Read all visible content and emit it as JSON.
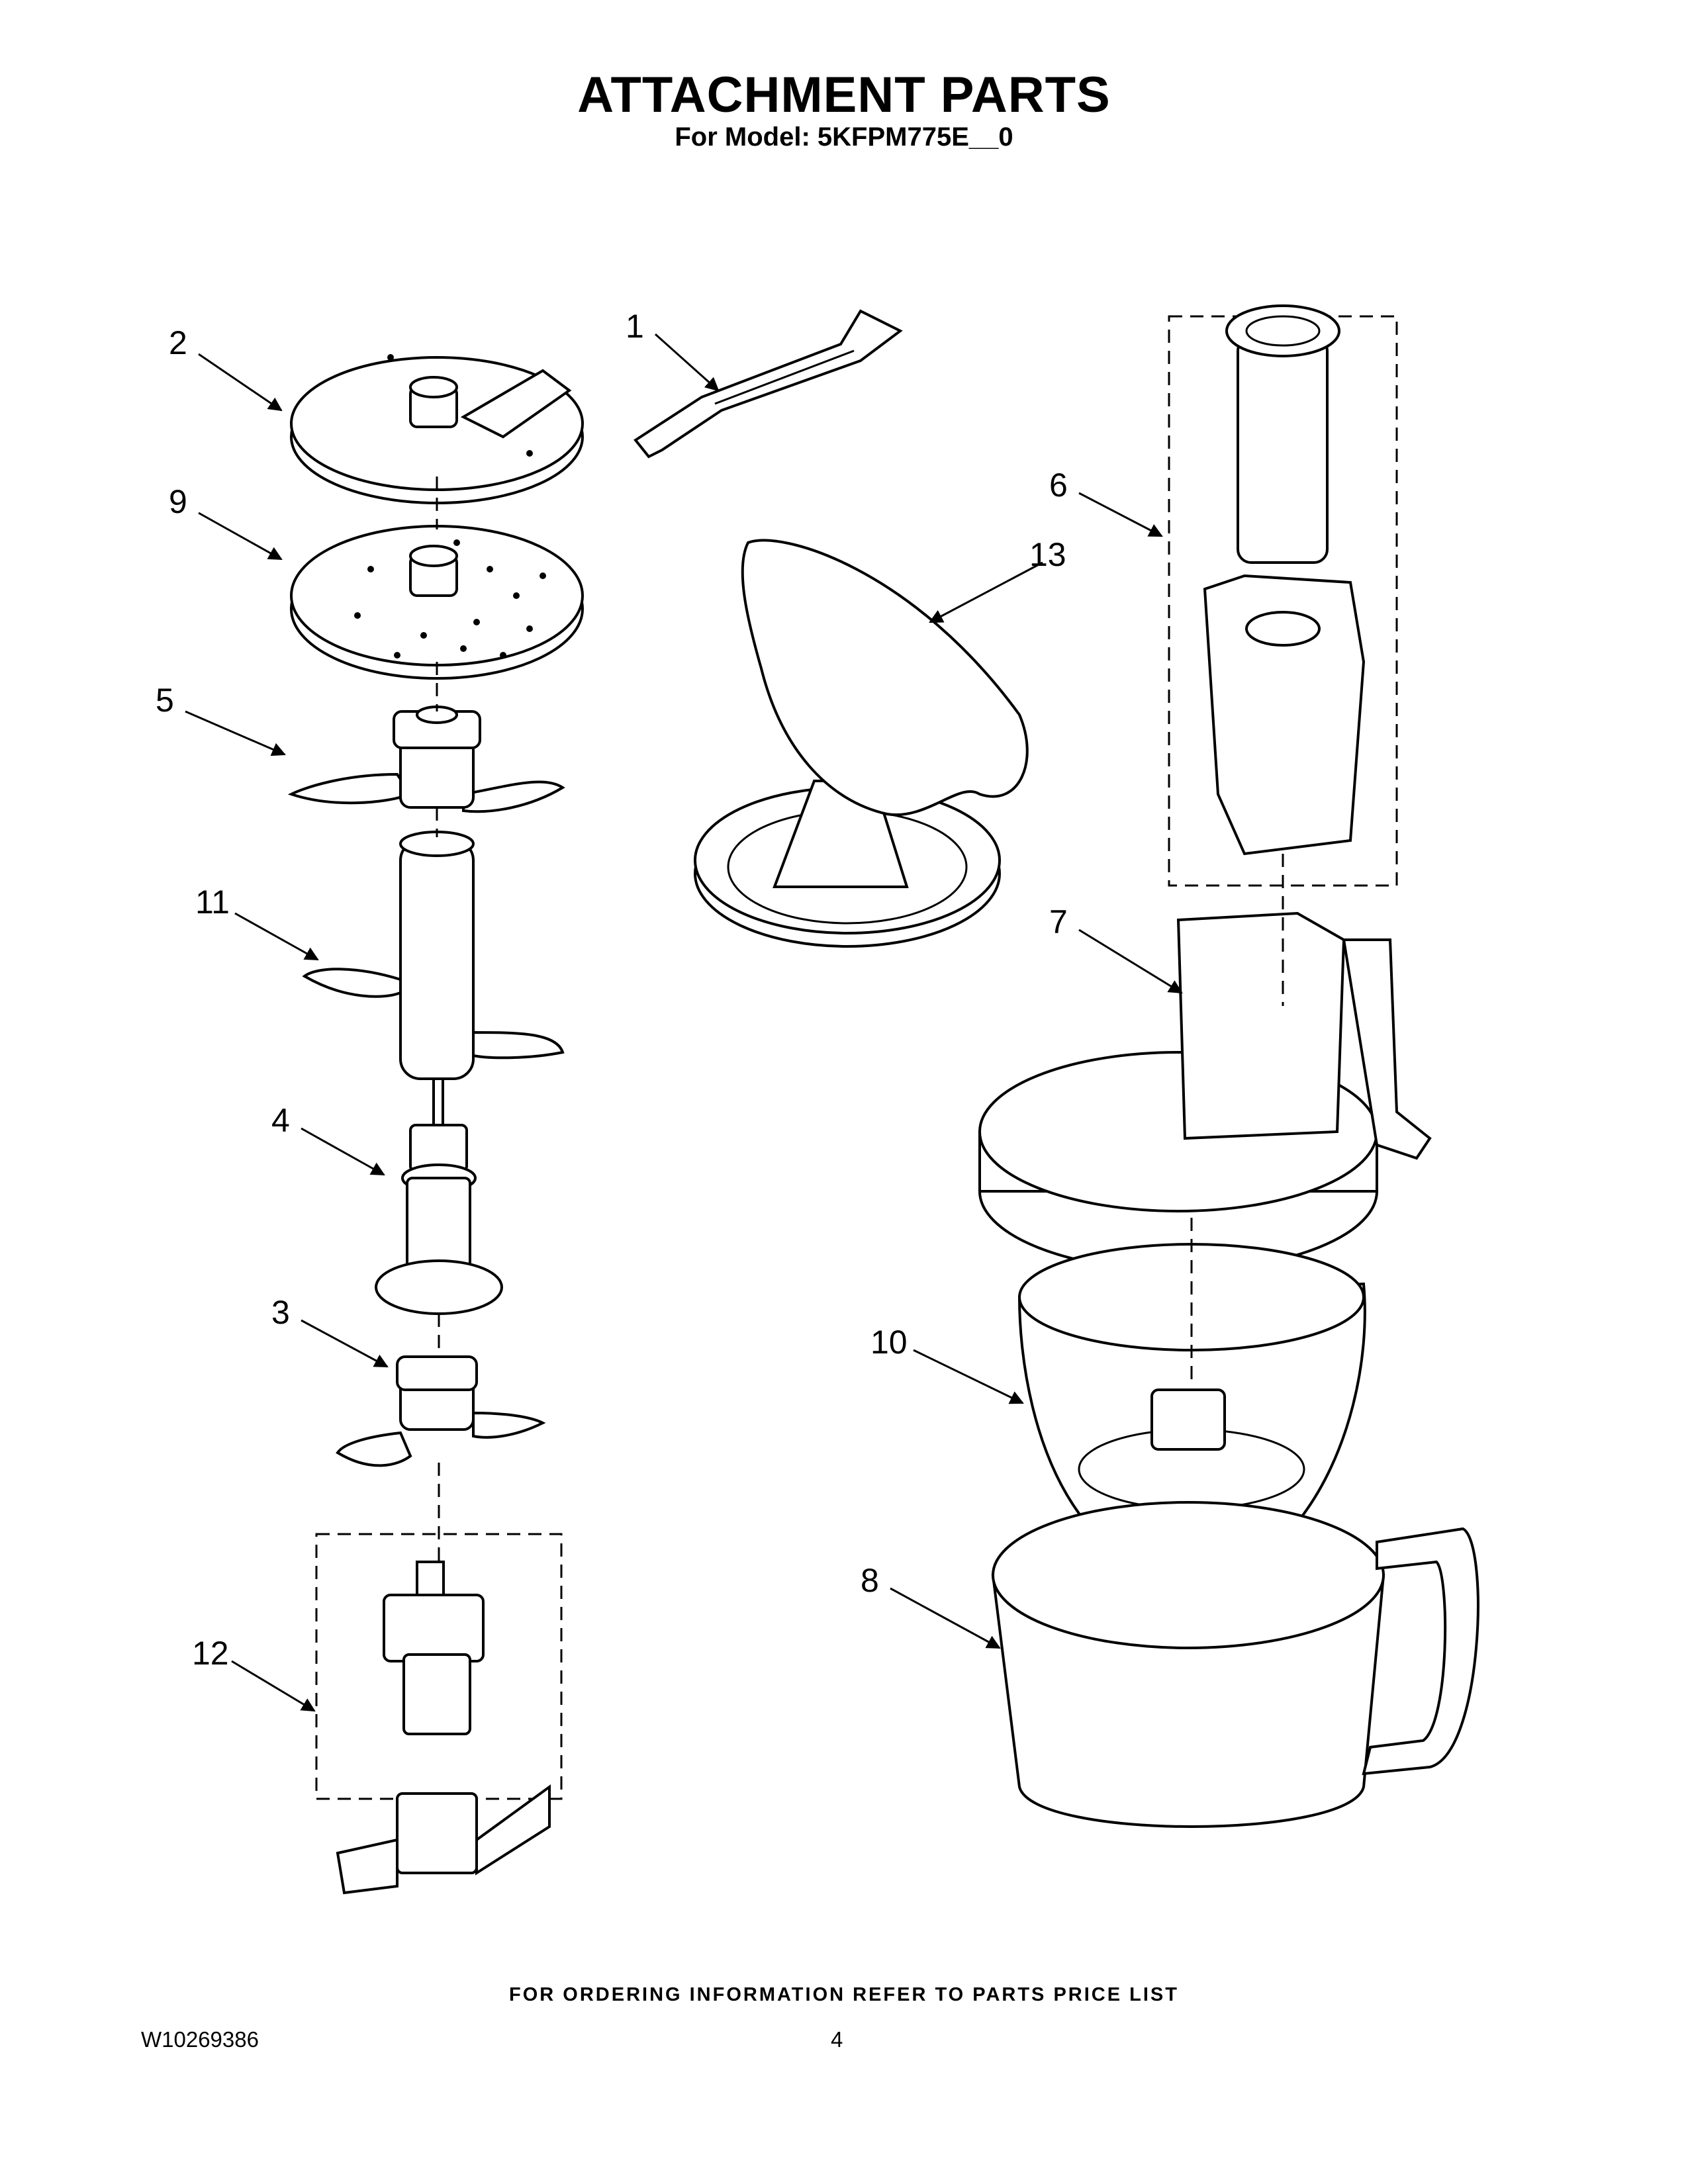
{
  "header": {
    "title": "ATTACHMENT PARTS",
    "subtitle": "For Model: 5KFPM775E__0"
  },
  "callouts": [
    "1",
    "2",
    "3",
    "4",
    "5",
    "6",
    "7",
    "8",
    "9",
    "10",
    "11",
    "12",
    "13"
  ],
  "footer": {
    "note": "FOR ORDERING INFORMATION REFER TO PARTS PRICE LIST",
    "doc_number": "W10269386",
    "page_number": "4"
  }
}
